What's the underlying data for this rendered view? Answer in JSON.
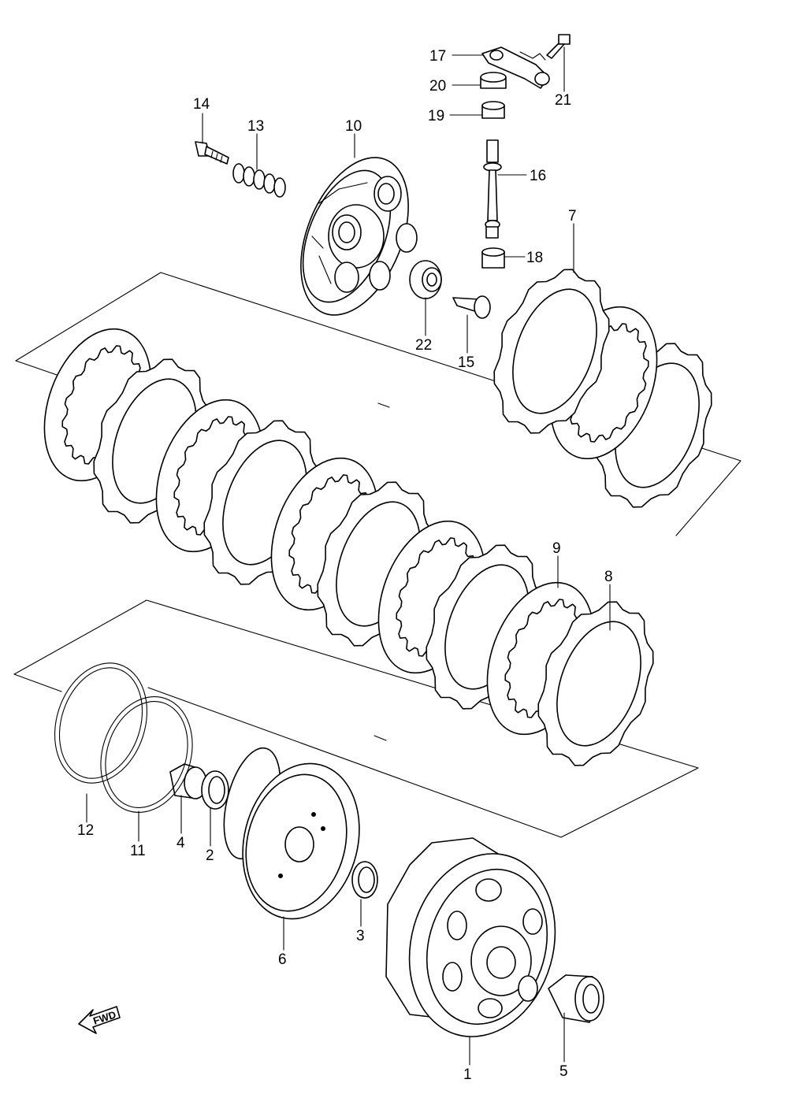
{
  "diagram": {
    "fwd_label": "FWD",
    "callouts": [
      {
        "id": "1",
        "text": "1"
      },
      {
        "id": "2",
        "text": "2"
      },
      {
        "id": "3",
        "text": "3"
      },
      {
        "id": "4",
        "text": "4"
      },
      {
        "id": "5",
        "text": "5"
      },
      {
        "id": "6",
        "text": "6"
      },
      {
        "id": "7",
        "text": "7"
      },
      {
        "id": "8",
        "text": "8"
      },
      {
        "id": "9",
        "text": "9"
      },
      {
        "id": "10",
        "text": "10"
      },
      {
        "id": "11",
        "text": "11"
      },
      {
        "id": "12",
        "text": "12"
      },
      {
        "id": "13",
        "text": "13"
      },
      {
        "id": "14",
        "text": "14"
      },
      {
        "id": "15",
        "text": "15"
      },
      {
        "id": "16",
        "text": "16"
      },
      {
        "id": "17",
        "text": "17"
      },
      {
        "id": "18",
        "text": "18"
      },
      {
        "id": "19",
        "text": "19"
      },
      {
        "id": "20",
        "text": "20"
      },
      {
        "id": "21",
        "text": "21"
      },
      {
        "id": "22",
        "text": "22"
      }
    ]
  }
}
